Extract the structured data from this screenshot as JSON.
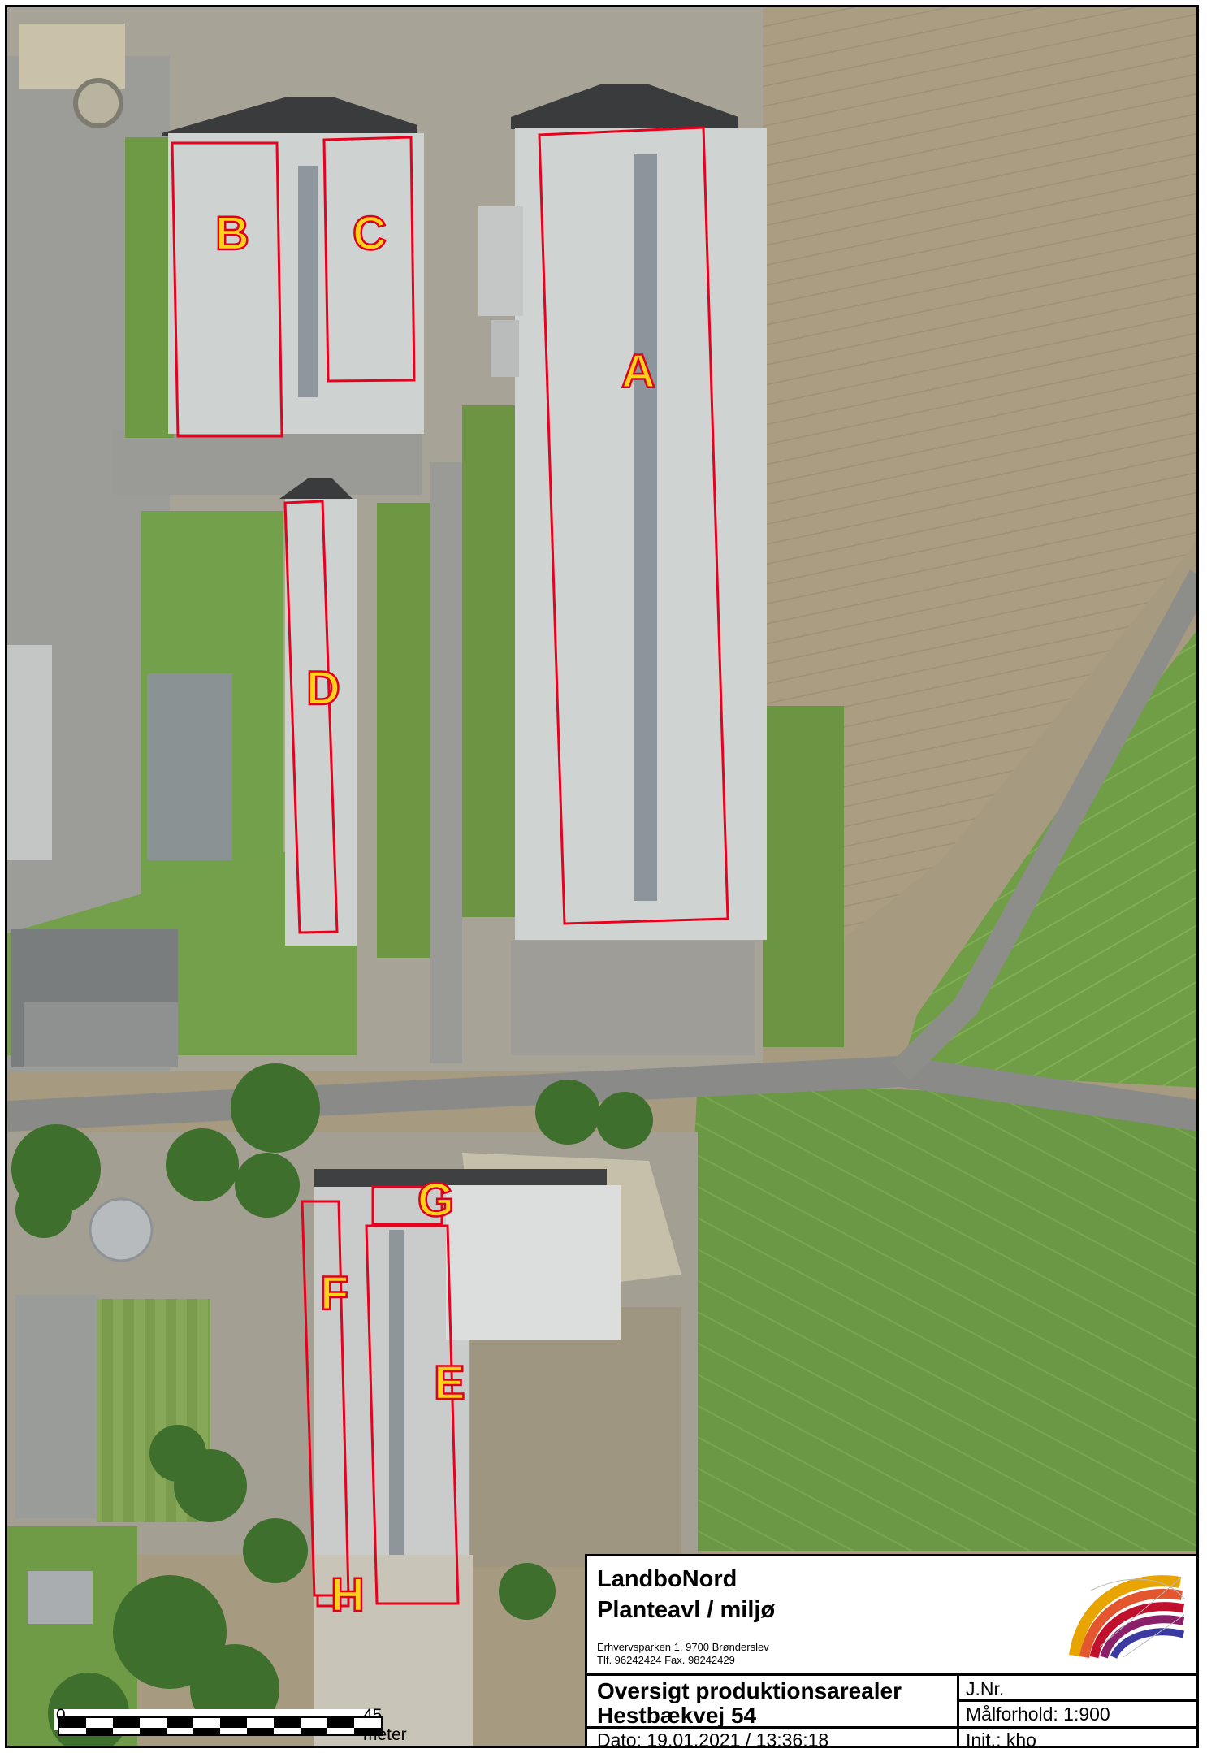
{
  "labels": {
    "A": "A",
    "B": "B",
    "C": "C",
    "D": "D",
    "E": "E",
    "F": "F",
    "G": "G",
    "H": "H"
  },
  "scalebar": {
    "start": "0",
    "end": "45 meter"
  },
  "titleblock": {
    "company": "LandboNord",
    "department": "Planteavl / miljø",
    "address": "Erhvervsparken 1, 9700 Brønderslev",
    "phone": "Tlf. 96242424 Fax. 98242429",
    "title": "Oversigt produktionsarealer",
    "subtitle": "Hestbækvej 54",
    "date": "Dato: 19.01.2021 / 13:36:18",
    "jnr": "J.Nr.",
    "scale": "Målforhold: 1:900",
    "init": "Init.: kho"
  },
  "colors": {
    "outline": "#e8001c",
    "label_fill": "#ffd21a",
    "field": "#a89a7e",
    "grass": "#6d9a48",
    "roof": "#d3d6d4",
    "road": "#8c8d89"
  },
  "icons": {
    "logo": "arc-globe-logo-icon"
  }
}
